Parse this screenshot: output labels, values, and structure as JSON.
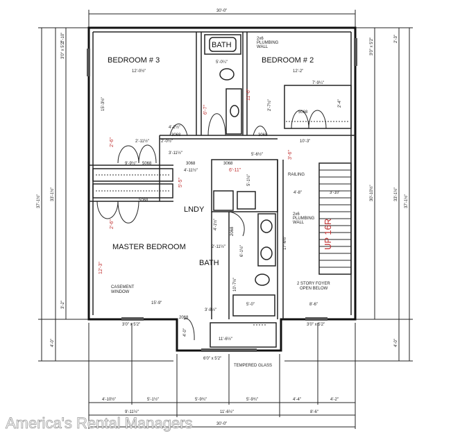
{
  "rooms": {
    "bedroom3": "BEDROOM # 3",
    "bedroom2": "BEDROOM # 2",
    "master": "MASTER BEDROOM",
    "bath_top": "BATH",
    "bath_master": "BATH",
    "laundry": "LNDY",
    "foyer_line1": "2 STORY FOYER",
    "foyer_line2": "OPEN BELOW",
    "stairs": "UP 16R"
  },
  "notes": {
    "plumbing_top_1": "2x6",
    "plumbing_top_2": "PLUMBING",
    "plumbing_top_3": "WALL",
    "plumbing_mid_1": "2x6",
    "plumbing_mid_2": "PLUMBING",
    "plumbing_mid_3": "WALL",
    "railing": "RAILING",
    "casement_1": "CASEMENT",
    "casement_2": "WINDOW",
    "tempered": "TEMPERED GLASS"
  },
  "dimensions": {
    "overall_width": "30'-0\"",
    "overall_depth_left": "37'-1½\"",
    "depth_left_inner": "33'-1½\"",
    "overall_depth_right": "37'-1½\"",
    "depth_right_inner": "33'-1½\"",
    "right_mid": "30'-10½\"",
    "top_left_small": "2'-10\"",
    "top_right_small": "2'-3\"",
    "bump_left": "4'-0\"",
    "bump_right": "4'-0\"",
    "left_low": "3'-2\"",
    "bed3_width": "12'-0½\"",
    "bed2_width": "12'-2\"",
    "bed3_depth": "15'-3½\"",
    "bath_width": "5'-0¼\"",
    "bed2_closet": "7'-9¼\"",
    "bed2_closet_depth": "2'-4\"",
    "bed2_door": "2'-7½\"",
    "hall_1": "4'-2½\"",
    "hall_2": "2'-11½\"",
    "hall_3": "2'-0½\"",
    "hall_4": "3'-11½\"",
    "hall_5": "5'-6½\"",
    "hall_6": "10'-3\"",
    "hall_7": "4'-11½\"",
    "closet_w": "9'-9½\"",
    "lndy_w": "6'-11\"",
    "lndy_d": "5'-1½\"",
    "foyer_w": "4'-8\"",
    "stair_w": "3'-10\"",
    "foyer_d": "17'-6½\"",
    "master_w": "15'-9\"",
    "master_d": "12'-3\"",
    "mbath_w": "5'-0\"",
    "mbath_d": "10'-7½\"",
    "mbath_1": "6'-1½\"",
    "mbath_2": "2'-11½\"",
    "mbath_3": "3'-8½\"",
    "lndy_door": "4'-1½\"",
    "foyer_bottom": "8'-6\"",
    "bump_w": "11'-6½\"",
    "bump_d": "4'-0\"",
    "bot_1": "4'-10½\"",
    "bot_2": "5'-1½\"",
    "bot_3": "5'-9¾\"",
    "bot_4": "5'-9¾\"",
    "bot_5": "4'-4\"",
    "bot_6": "4'-2\"",
    "bot_row2_1": "9'-11½\"",
    "bot_row2_2": "11'-6½\"",
    "bot_row2_3": "8'-6\"",
    "bot_total": "30'-0\"",
    "red_1": "6'-7\"",
    "red_2": "11'-6\"",
    "red_3": "2'-6\"",
    "red_4": "3'-6\"",
    "red_5": "2'-6\"",
    "red_6": "5'-5\""
  },
  "openings": {
    "d3068_a": "3068",
    "d3068_b": "3068",
    "d3068_c": "3068",
    "d3068_d": "3068",
    "d5068_a": "5068",
    "d5068_b": "5068",
    "d5068_c": "5068",
    "d2068_a": "2068",
    "d2068_b": "2068",
    "win_bl": "3'0\" x 5'2\"",
    "win_br": "3'0\" x 5'2\"",
    "win_bump": "6'0\" x 5'2\"",
    "win_tl": "3'0\" x 5'2\"",
    "win_tr": "3'0\" x 5'2\""
  },
  "watermark": "America's Rental Managers"
}
